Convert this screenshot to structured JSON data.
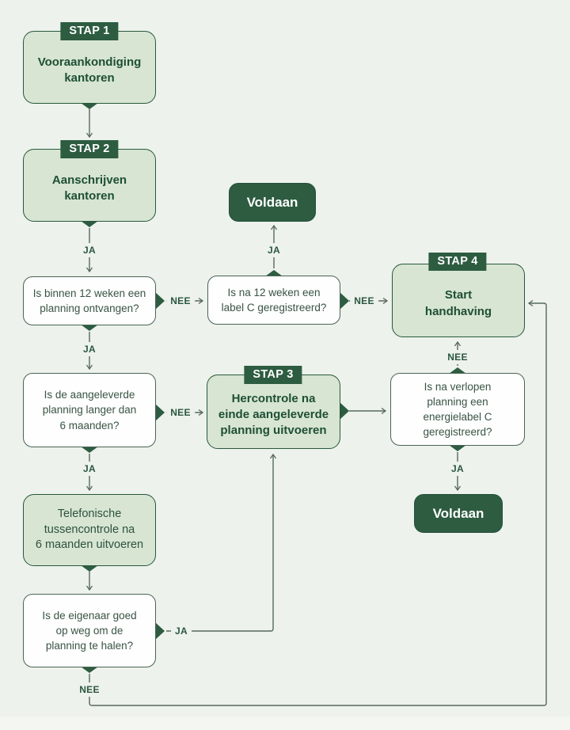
{
  "colors": {
    "background": "#edf2ec",
    "footer_background": "#f4f6f2",
    "dark_green": "#2d5c41",
    "light_green_fill": "#d7e5d2",
    "green_border": "#27583c",
    "line": "#57695c",
    "text_dark_green": "#1e4f35",
    "text_decision": "#3a5445"
  },
  "flowchart": {
    "nodes": {
      "stap1": {
        "badge": "STAP 1",
        "label": "Vooraankondiging\nkantoren"
      },
      "stap2": {
        "badge": "STAP 2",
        "label": "Aanschrijven\nkantoren"
      },
      "d_planning_ontvangen": {
        "label": "Is binnen 12 weken een\nplanning ontvangen?"
      },
      "d_label_c_12_weken": {
        "label": "Is na 12 weken een\nlabel C geregistreerd?"
      },
      "voldaan_top": {
        "label": "Voldaan"
      },
      "stap4": {
        "badge": "STAP 4",
        "label": "Start\nhandhaving"
      },
      "d_planning_6_maanden": {
        "label": "Is de aangeleverde\nplanning langer dan\n6 maanden?"
      },
      "stap3": {
        "badge": "STAP 3",
        "label": "Hercontrole na\neinde aangeleverde\nplanning uitvoeren"
      },
      "d_energielabel_c": {
        "label": "Is na verlopen\nplanning een\nenergielabel C\ngeregistreerd?"
      },
      "voldaan_bottom": {
        "label": "Voldaan"
      },
      "telefonische_tussencontrole": {
        "label": "Telefonische\ntussencontrole na\n6 maanden uitvoeren"
      },
      "d_eigenaar_op_weg": {
        "label": "Is de eigenaar goed\nop weg om de\nplanning te halen?"
      }
    },
    "edge_labels": {
      "ja": "JA",
      "nee": "NEE"
    }
  }
}
